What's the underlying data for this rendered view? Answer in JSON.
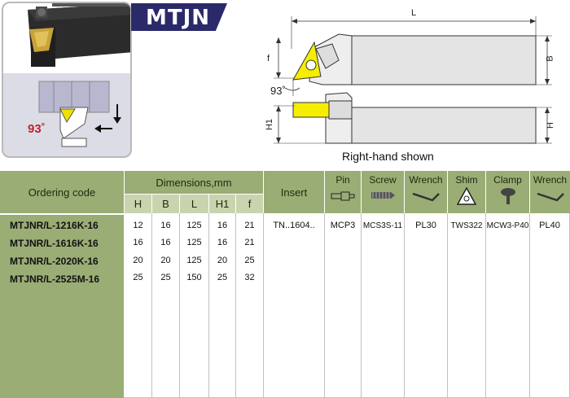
{
  "title": "MTJN",
  "angle_photo": "93˚",
  "drawing": {
    "dim_L": "L",
    "dim_f": "f",
    "dim_B": "B",
    "dim_H1": "H1",
    "dim_H": "H",
    "angle": "93˚"
  },
  "caption": "Right-hand shown",
  "table": {
    "ordering_code_header": "Ordering code",
    "dimensions_header": "Dimensions,mm",
    "dim_columns": [
      "H",
      "B",
      "L",
      "H1",
      "f"
    ],
    "insert_header": "Insert",
    "parts_headers": [
      "Pin",
      "Screw",
      "Wrench",
      "Shim",
      "Clamp",
      "Wrench"
    ],
    "rows": [
      {
        "code": "MTJNR/L-1216K-16",
        "H": "12",
        "B": "16",
        "L": "125",
        "H1": "16",
        "f": "21"
      },
      {
        "code": "MTJNR/L-1616K-16",
        "H": "16",
        "B": "16",
        "L": "125",
        "H1": "16",
        "f": "21"
      },
      {
        "code": "MTJNR/L-2020K-16",
        "H": "20",
        "B": "20",
        "L": "125",
        "H1": "20",
        "f": "25"
      },
      {
        "code": "MTJNR/L-2525M-16",
        "H": "25",
        "B": "25",
        "L": "150",
        "H1": "25",
        "f": "32"
      }
    ],
    "insert": "TN..1604..",
    "parts": [
      "MCP3",
      "MCS3S-11",
      "PL30",
      "TWS322",
      "MCW3-P40",
      "PL40"
    ]
  }
}
